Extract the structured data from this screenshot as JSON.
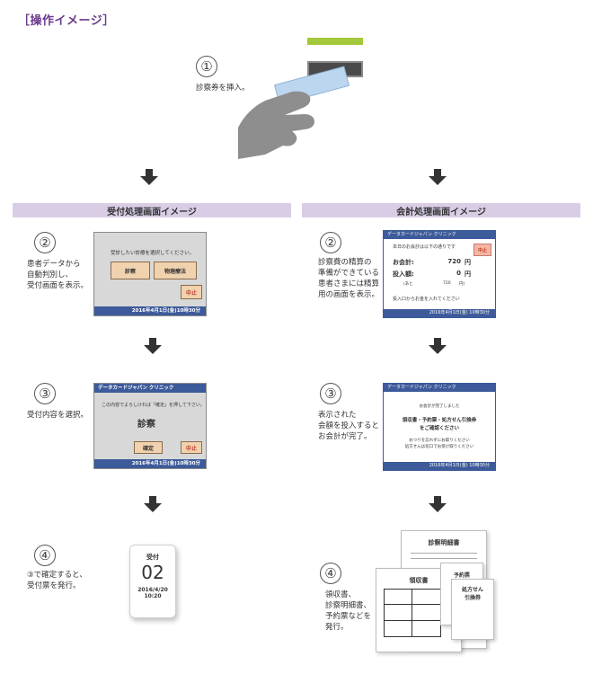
{
  "title": "［操作イメージ］",
  "step1": {
    "num": "①",
    "desc": "診察券を挿入。"
  },
  "colors": {
    "accent": "#6a3a8a",
    "section_bar": "#d9cde6",
    "screen_blue": "#3d5a9a",
    "card_slot_green": "#a3c93a",
    "button_tan": "#f0d2ae"
  },
  "left": {
    "header": "受付処理画面イメージ",
    "step2": {
      "num": "②",
      "desc": [
        "患者データから",
        "自動判別し、",
        "受付画面を表示。"
      ],
      "screen": {
        "prompt": "受診したい診療を選択してください。",
        "btn1": "診察",
        "btn2": "物理療法",
        "stop": "中止",
        "footer": "2016年4月1日(金)10時30分"
      }
    },
    "step3": {
      "num": "③",
      "desc": "受付内容を選択。",
      "screen": {
        "header": "データカードジャパン クリニック",
        "prompt": "この内容でよろしければ「確定」を押して下さい。",
        "main": "診察",
        "confirm": "確定",
        "stop": "中止",
        "footer": "2016年4月1日(金)10時30分"
      }
    },
    "step4": {
      "num": "④",
      "desc": [
        "③で確定すると、",
        "受付票を発行。"
      ],
      "ticket": {
        "label": "受付",
        "number": "02",
        "date": "2016/4/20",
        "time": "10:20"
      }
    }
  },
  "right": {
    "header": "会計処理画面イメージ",
    "step2": {
      "num": "②",
      "desc": [
        "診察費の精算の",
        "準備ができている",
        "患者さまには精算",
        "用の画面を表示。"
      ],
      "screen": {
        "header": "データカードジャパン クリニック",
        "line1": "本日のお会計は以下の通りです",
        "stop": "中止",
        "total_label": "お会計:",
        "total_value": "720",
        "total_unit": "円",
        "paid_label": "投入額:",
        "paid_value": "0",
        "paid_unit": "円",
        "remain_label": "(あと",
        "remain_value": "720",
        "remain_unit": "円)",
        "instruction": "投入口からお金を入れてください",
        "footer": "2016年4月1日(金) 10時30分"
      }
    },
    "step3": {
      "num": "③",
      "desc": [
        "表示された",
        "会額を投入すると",
        "お会計が完了。"
      ],
      "screen": {
        "header": "データカードジャパン クリニック",
        "line1": "お会計が完了しました",
        "line2": "領収書・予約票・処方せん引換券",
        "line3": "をご確認ください",
        "line4": "おつりを忘れずにお取りください",
        "line5": "処方せんは窓口でお受け取りください",
        "footer": "2016年4月1日(金) 10時30分"
      }
    },
    "step4": {
      "num": "④",
      "desc": [
        "領収書、",
        "診察明細書、",
        "予約票などを",
        "発行。"
      ],
      "papers": {
        "detail": "診察明細書",
        "receipt": "領収書",
        "appointment": "予約票",
        "prescription": [
          "処方せん",
          "引換券"
        ]
      }
    }
  }
}
